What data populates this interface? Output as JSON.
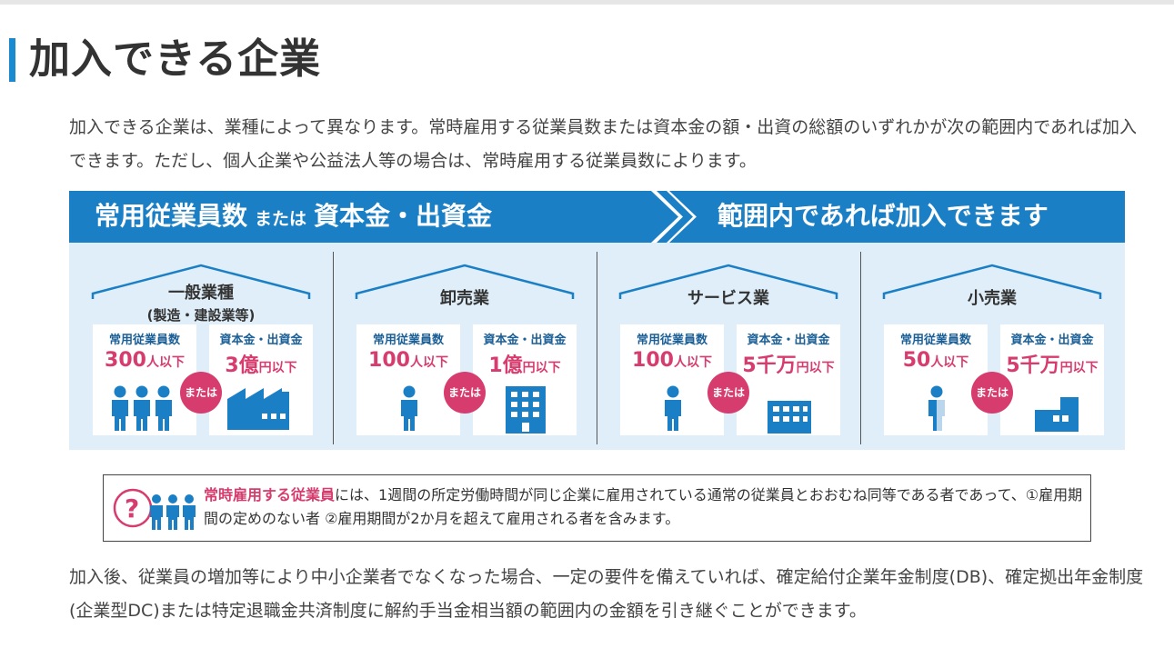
{
  "page": {
    "title": "加入できる企業",
    "intro": "加入できる企業は、業種によって異なります。常時雇用する従業員数または資本金の額・出資の総額のいずれかが次の範囲内であれば加入できます。ただし、個人企業や公益法人等の場合は、常時雇用する従業員数によります。",
    "outro": "加入後、従業員の増加等により中小企業者でなくなった場合、一定の要件を備えていれば、確定給付企業年金制度(DB)、確定拠出年金制度(企業型DC)または特定退職金共済制度に解約手当金相当額の範囲内の金額を引き継ぐことができます。"
  },
  "banner": {
    "left_a": "常用従業員数",
    "left_or": "または",
    "left_b": "資本金・出資金",
    "right": "範囲内であれば加入できます"
  },
  "labels": {
    "employees": "常用従業員数",
    "capital": "資本金・出資金",
    "or": "または"
  },
  "industries": [
    {
      "name": "一般業種",
      "sub": "(製造・建設業等)",
      "emp_num": "300",
      "emp_unit": "人以下",
      "cap_num": "3億",
      "cap_unit": "円以下"
    },
    {
      "name": "卸売業",
      "emp_num": "100",
      "emp_unit": "人以下",
      "cap_num": "1億",
      "cap_unit": "円以下"
    },
    {
      "name": "サービス業",
      "emp_num": "100",
      "emp_unit": "人以下",
      "cap_num": "5千万",
      "cap_unit": "円以下"
    },
    {
      "name": "小売業",
      "emp_num": "50",
      "emp_unit": "人以下",
      "cap_num": "5千万",
      "cap_unit": "円以下"
    }
  ],
  "note": {
    "highlight": "常時雇用する従業員",
    "text": "には、1週間の所定労働時間が同じ企業に雇用されている通常の従業員とおおむね同等である者であって、①雇用期間の定めのない者 ②雇用期間が2か月を超えて雇用される者を含みます。",
    "icon": "question-people-icon"
  },
  "colors": {
    "blue": "#1a7fc5",
    "pink": "#d63c6d",
    "panel": "#dfeef9"
  }
}
